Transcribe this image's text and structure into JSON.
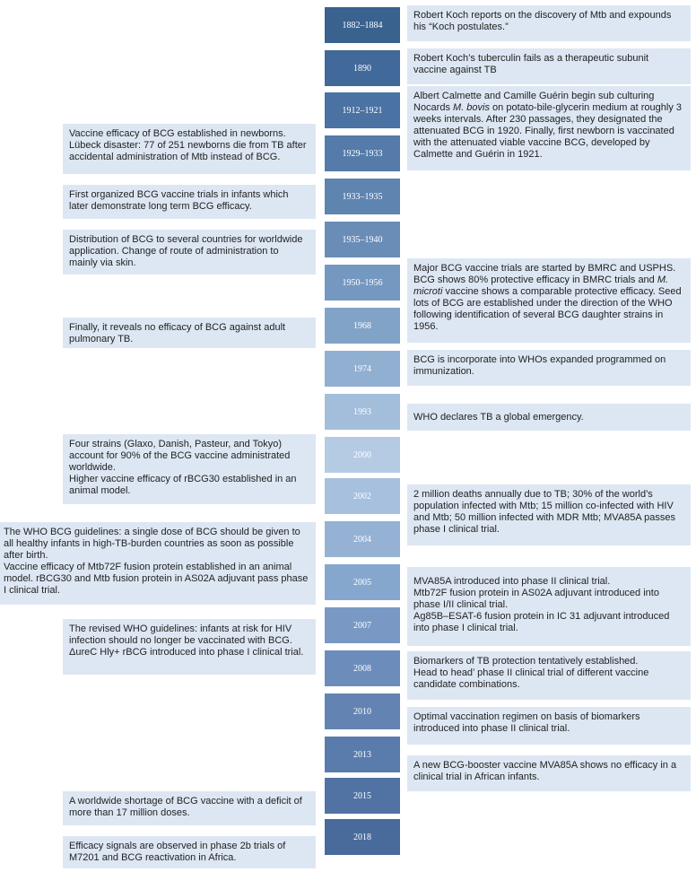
{
  "years": [
    {
      "label": "1882–1884",
      "color": "#39628f"
    },
    {
      "label": "1890",
      "color": "#41699a"
    },
    {
      "label": "1912–1921",
      "color": "#4a72a3"
    },
    {
      "label": "1929–1933",
      "color": "#547ba9"
    },
    {
      "label": "1933–1935",
      "color": "#5e84b0"
    },
    {
      "label": "1935–1940",
      "color": "#6a8db8"
    },
    {
      "label": "1950–1956",
      "color": "#7598c0"
    },
    {
      "label": "1968",
      "color": "#82a3c8"
    },
    {
      "label": "1974",
      "color": "#91afd1"
    },
    {
      "label": "1993",
      "color": "#a3bedb"
    },
    {
      "label": "2000",
      "color": "#b5cbe4"
    },
    {
      "label": "2002",
      "color": "#a6c0dd"
    },
    {
      "label": "2004",
      "color": "#95b2d5"
    },
    {
      "label": "2005",
      "color": "#86a7cd"
    },
    {
      "label": "2007",
      "color": "#7999c4"
    },
    {
      "label": "2008",
      "color": "#6c8dbb"
    },
    {
      "label": "2010",
      "color": "#6384b3"
    },
    {
      "label": "2013",
      "color": "#5a7cac"
    },
    {
      "label": "2015",
      "color": "#5173a4"
    },
    {
      "label": "2018",
      "color": "#486b9b"
    }
  ],
  "right_events": {
    "e1882": "Robert Koch reports on the discovery of Mtb and expounds his “Koch postulates.”",
    "e1890": "Robert Koch’s tuberculin fails as a therapeutic subunit vaccine against TB",
    "e1912_a": "Albert Calmette and Camille Guérin begin sub culturing Nocards ",
    "e1912_b": "M. bovis",
    "e1912_c": " on potato-bile-glycerin medium at roughly 3 weeks intervals. After 230 passages, they designated the attenuated BCG in 1920. Finally, first newborn is vaccinated with the attenuated viable vaccine BCG, developed by Calmette and Guérin in 1921.",
    "e1950_a": "Major BCG vaccine trials are started by BMRC and USPHS. BCG shows 80% protective efficacy in BMRC trials and ",
    "e1950_b": "M. microti",
    "e1950_c": " vaccine shows a comparable protective efficacy. Seed lots of BCG are established under the direction of the WHO following identification of several BCG daughter strains in 1956.",
    "e1974": "BCG is incorporate into WHOs expanded programmed on immunization.",
    "e1993": "WHO declares TB a global emergency.",
    "e2002": "2 million deaths annually due to TB; 30% of the world’s population infected with Mtb; 15 million co-infected with HIV and Mtb; 50 million infected with MDR Mtb; MVA85A passes phase I clinical trial.",
    "e2005": "MVA85A introduced into phase II clinical trial.\nMtb72F fusion protein in AS02A adjuvant introduced into phase I/II clinical trial.\nAg85B–ESAT-6 fusion protein in IC 31 adjuvant introduced into phase I clinical trial.",
    "e2008": "Biomarkers of TB protection tentatively established.\nHead to head’ phase II clinical trial of different vaccine candidate combinations.",
    "e2010": "Optimal vaccination regimen on basis of biomarkers introduced into phase II clinical trial.",
    "e2013": "A new BCG-booster vaccine MVA85A shows no efficacy in a clinical trial in African infants."
  },
  "left_events": {
    "e1929": "Vaccine efficacy of BCG established in newborns.\nLübeck disaster: 77 of 251 newborns die from TB after accidental administration of Mtb instead of BCG.",
    "e1933": "First organized BCG vaccine trials in infants which later demonstrate long term BCG efficacy.",
    "e1935": "Distribution of BCG to several countries for worldwide application. Change of route of administration to mainly via skin.",
    "e1968": "Finally, it reveals no efficacy of BCG against adult pulmonary TB.",
    "e2000": "Four strains (Glaxo, Danish, Pasteur, and Tokyo) account for 90% of the BCG vaccine administrated worldwide.\nHigher vaccine efficacy of rBCG30 established in an animal model.",
    "e2004": "The WHO BCG guidelines: a single dose of BCG should be given to all healthy infants in high-TB-burden countries as soon as possible after birth.\nVaccine efficacy of Mtb72F fusion protein established in an animal model. rBCG30 and Mtb fusion protein in AS02A adjuvant pass phase I clinical trial.",
    "e2007": "The revised WHO guidelines: infants at risk for HIV infection should no longer be vaccinated with BCG.\nΔureC Hly+ rBCG introduced into phase I clinical trial.",
    "e2015": "A worldwide shortage of BCG vaccine with a deficit of more than 17 million doses.",
    "e2018": "Efficacy signals are observed in phase 2b trials of M7201 and BCG reactivation in Africa."
  }
}
